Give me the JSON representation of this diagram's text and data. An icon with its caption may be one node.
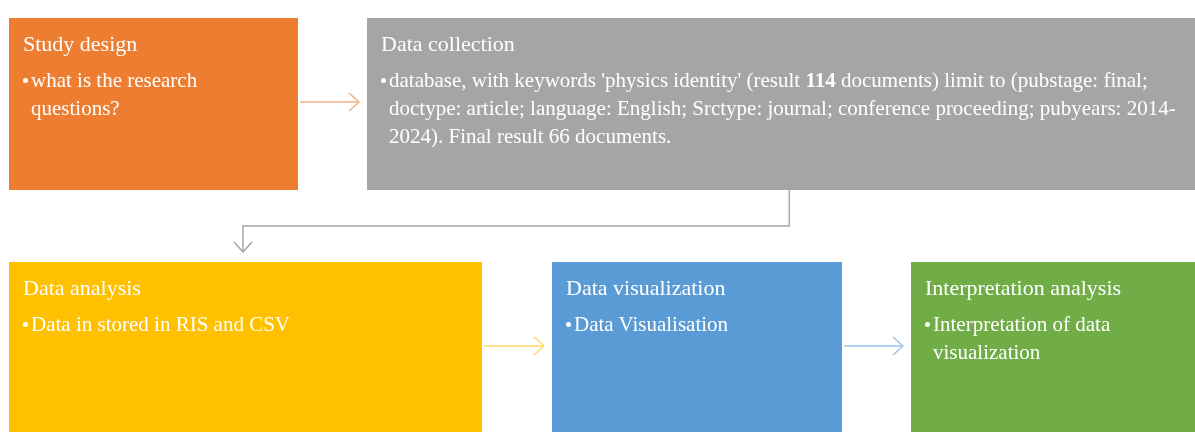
{
  "diagram": {
    "nodes": [
      {
        "text": [
          "Study design",
          "what is the research questions?"
        ]
      },
      {
        "text": [
          "Data collection",
          "database, with keywords 'physics identity' (result **114** documents) limit to (pubstage: final; doctype: article; language: English; Srctype: journal; conference proceeding; pubyears: 2014-2024). Final result 66 documents."
        ]
      },
      {
        "text": [
          "Data analysis",
          "Data in stored in RIS and CSV"
        ]
      },
      {
        "text": [
          "Data visualization",
          "Data Visualisation"
        ]
      },
      {
        "text": [
          "Interpretation analysis",
          "Interpretation of data visualization"
        ]
      }
    ],
    "edges": [
      {
        "from": 0,
        "to": 1,
        "arrow": "to",
        "color": "#f4b183"
      },
      {
        "from": 1,
        "to": 2,
        "arrow": "to",
        "color": "#a6a6a6"
      },
      {
        "from": 2,
        "to": 3,
        "arrow": "to",
        "color": "#ffd966"
      },
      {
        "from": 3,
        "to": 4,
        "arrow": "to",
        "color": "#9dc3e6"
      }
    ]
  }
}
